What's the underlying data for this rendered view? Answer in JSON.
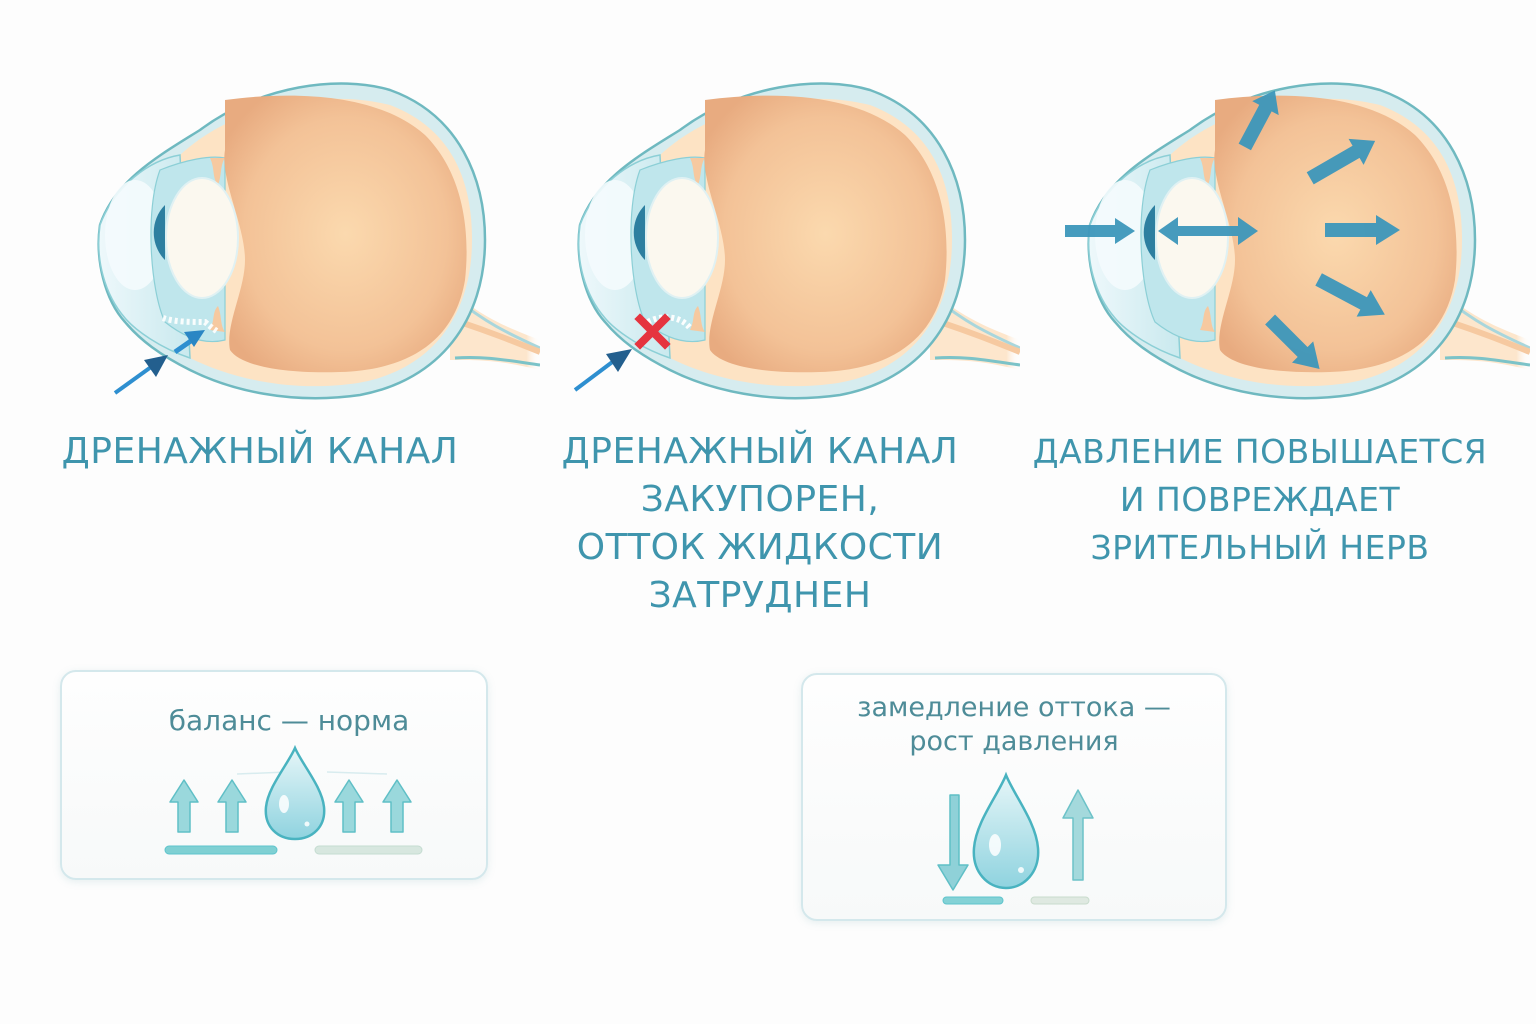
{
  "diagram": {
    "panels": [
      {
        "id": "normal",
        "caption_lines": [
          "ДРЕНАЖНЫЙ КАНАЛ"
        ],
        "markers": [
          "drainage-flow-arrow"
        ]
      },
      {
        "id": "blocked",
        "caption_lines": [
          "ДРЕНАЖНЫЙ КАНАЛ",
          "ЗАКУПОРЕН,",
          "ОТТОК ЖИДКОСТИ",
          "ЗАТРУДНЕН"
        ],
        "markers": [
          "drainage-flow-arrow",
          "blocked-x-icon"
        ]
      },
      {
        "id": "pressure",
        "caption_lines": [
          "ДАВЛЕНИЕ ПОВЫШАЕТСЯ",
          "И ПОВРЕЖДАЕТ",
          "ЗРИТЕЛЬНЫЙ НЕРВ"
        ],
        "markers": [
          "pressure-arrows"
        ]
      }
    ],
    "legends": [
      {
        "id": "balance",
        "title_lines": [
          "баланс — норма"
        ],
        "icons": [
          "arrow-up-icon",
          "arrow-up-icon",
          "water-drop-icon",
          "arrow-up-icon",
          "arrow-up-icon"
        ]
      },
      {
        "id": "slowed",
        "title_lines": [
          "замедление оттока —",
          "рост давления"
        ],
        "icons": [
          "arrow-down-icon",
          "water-drop-icon",
          "arrow-up-icon"
        ]
      }
    ],
    "colors": {
      "caption_text": "#3f95ad",
      "legend_text": "#4e8c98",
      "vitreous": "#f5c89a",
      "sclera": "#d6ecef",
      "arrow_blue": "#2b7fc0",
      "pressure_arrow": "#3d97bb",
      "block_red": "#e5343f",
      "teal_accent": "#5ec4cc"
    }
  }
}
